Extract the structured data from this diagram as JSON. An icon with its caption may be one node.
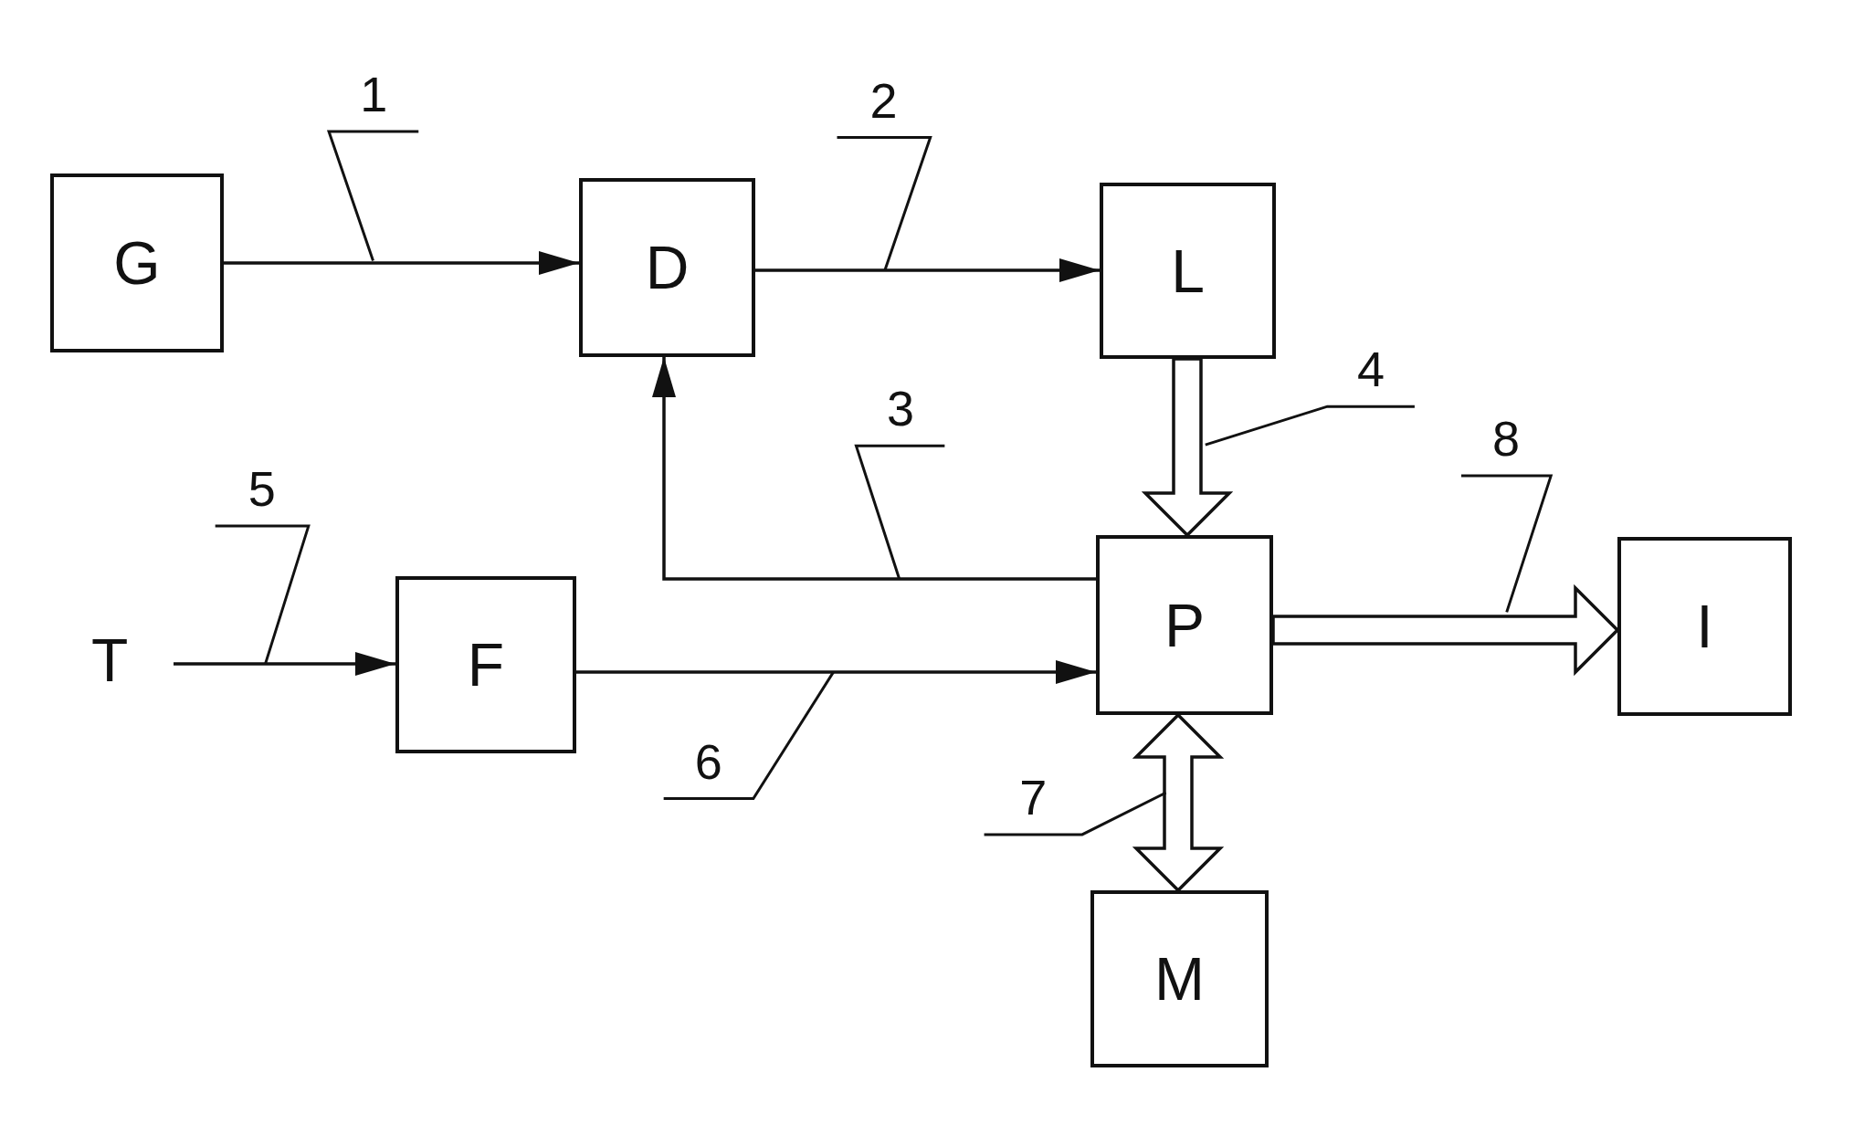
{
  "diagram": {
    "nodes": [
      {
        "text": [
          "G"
        ]
      },
      {
        "text": [
          "D"
        ]
      },
      {
        "text": [
          "L"
        ]
      },
      {
        "text": [
          "T"
        ]
      },
      {
        "text": [
          "F"
        ]
      },
      {
        "text": [
          "P"
        ]
      },
      {
        "text": [
          "I"
        ]
      },
      {
        "text": [
          "M"
        ]
      }
    ],
    "edges": [
      {
        "from": 0,
        "to": 1,
        "arrow": "to",
        "label": "1"
      },
      {
        "from": 1,
        "to": 2,
        "arrow": "to",
        "label": "2"
      },
      {
        "from": 5,
        "to": 1,
        "arrow": "to",
        "label": "3"
      },
      {
        "from": 2,
        "to": 5,
        "arrow": "to",
        "label": "4",
        "style": "thick"
      },
      {
        "from": 3,
        "to": 4,
        "arrow": "to",
        "label": "5"
      },
      {
        "from": 4,
        "to": 5,
        "arrow": "to",
        "label": "6"
      },
      {
        "from": 5,
        "to": 7,
        "arrow": "both",
        "label": "7",
        "style": "thick"
      },
      {
        "from": 5,
        "to": 6,
        "arrow": "to",
        "label": "8",
        "style": "thick"
      }
    ]
  }
}
